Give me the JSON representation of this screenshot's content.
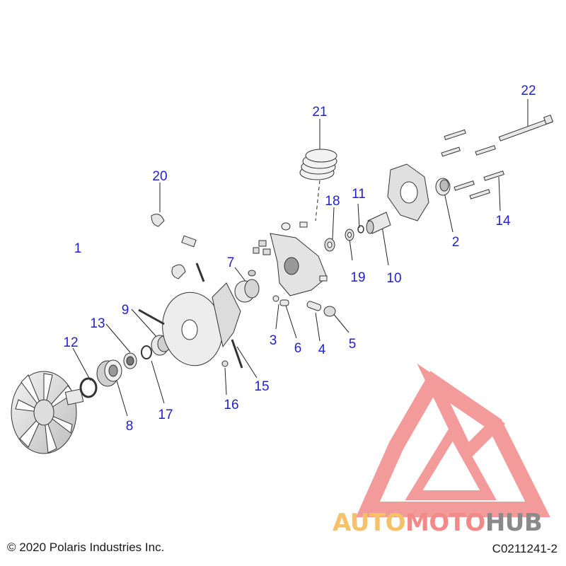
{
  "diagram": {
    "callouts": [
      {
        "id": "1",
        "text": "1"
      },
      {
        "id": "2",
        "text": "2"
      },
      {
        "id": "3",
        "text": "3"
      },
      {
        "id": "4",
        "text": "4"
      },
      {
        "id": "5",
        "text": "5"
      },
      {
        "id": "6",
        "text": "6"
      },
      {
        "id": "7",
        "text": "7"
      },
      {
        "id": "8",
        "text": "8"
      },
      {
        "id": "9",
        "text": "9"
      },
      {
        "id": "10",
        "text": "10"
      },
      {
        "id": "11",
        "text": "11"
      },
      {
        "id": "12",
        "text": "12"
      },
      {
        "id": "13",
        "text": "13"
      },
      {
        "id": "14",
        "text": "14"
      },
      {
        "id": "15",
        "text": "15"
      },
      {
        "id": "16",
        "text": "16"
      },
      {
        "id": "17",
        "text": "17"
      },
      {
        "id": "18",
        "text": "18"
      },
      {
        "id": "19",
        "text": "19"
      },
      {
        "id": "20",
        "text": "20"
      },
      {
        "id": "21",
        "text": "21"
      },
      {
        "id": "22",
        "text": "22"
      }
    ],
    "callout_color": "#1f1fd6",
    "line_color": "#222222"
  },
  "footer": {
    "copyright": "© 2020 Polaris Industries Inc.",
    "drawing_number": "C0211241-2"
  },
  "watermark": {
    "part1": "AUTO",
    "part2": "MOTO",
    "part3": "HUB",
    "colors": {
      "auto": "#f5c26b",
      "moto": "#f28a8a",
      "hub": "#8a8a8a",
      "logo": "#f07a7a"
    }
  }
}
